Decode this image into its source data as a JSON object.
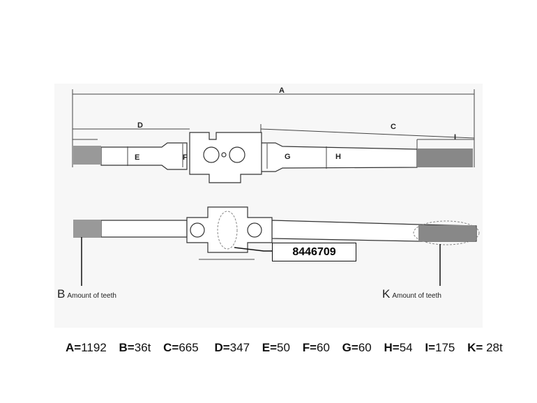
{
  "diagram": {
    "dimension_labels": {
      "A": "A",
      "C": "C",
      "D": "D",
      "E": "E",
      "F": "F",
      "G": "G",
      "H": "H",
      "I": "I"
    },
    "part_number": "8446709",
    "callouts": [
      {
        "letter": "B",
        "text": "Amount of teeth"
      },
      {
        "letter": "K",
        "text": "Amount of teeth"
      }
    ]
  },
  "legend": [
    {
      "key": "A=",
      "value": "1192"
    },
    {
      "key": "B=",
      "value": "36t"
    },
    {
      "key": "C=",
      "value": "665"
    },
    {
      "key": "D=",
      "value": "347"
    },
    {
      "key": "E=",
      "value": "50"
    },
    {
      "key": "F=",
      "value": "60"
    },
    {
      "key": "G=",
      "value": "60"
    },
    {
      "key": "H=",
      "value": "54"
    },
    {
      "key": "I=",
      "value": "175"
    },
    {
      "key": "K=",
      "value": " 28t"
    }
  ]
}
